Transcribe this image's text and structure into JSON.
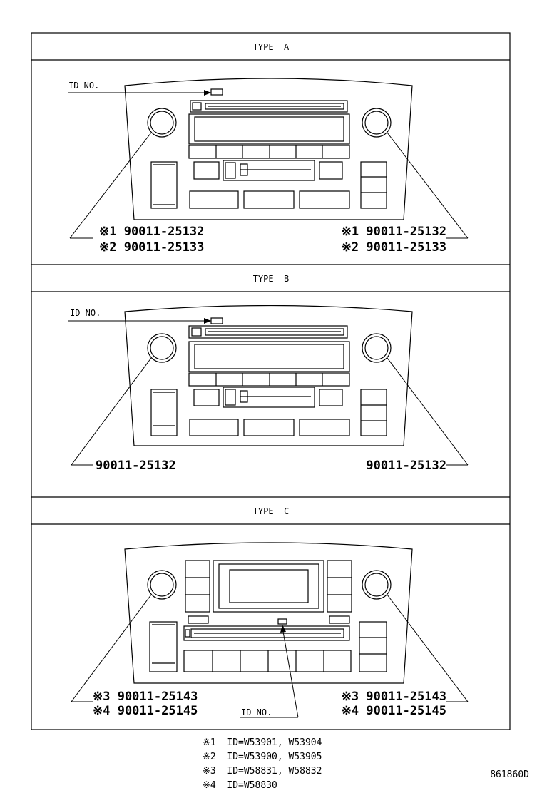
{
  "sections": [
    {
      "title": "TYPE  A",
      "id_label": "ID NO.",
      "left": [
        "※1 90011-25132",
        "※2 90011-25133"
      ],
      "right": [
        "※1 90011-25132",
        "※2 90011-25133"
      ]
    },
    {
      "title": "TYPE  B",
      "id_label": "ID NO.",
      "left": [
        "90011-25132"
      ],
      "right": [
        "90011-25132"
      ]
    },
    {
      "title": "TYPE  C",
      "id_label": "ID NO.",
      "left": [
        "※3 90011-25143",
        "※4 90011-25145"
      ],
      "right": [
        "※3 90011-25143",
        "※4 90011-25145"
      ]
    }
  ],
  "footnotes": [
    "※1  ID=W53901, W53904",
    "※2  ID=W53900, W53905",
    "※3  ID=W58831, W58832",
    "※4  ID=W58830"
  ],
  "drawing_number": "861860D"
}
